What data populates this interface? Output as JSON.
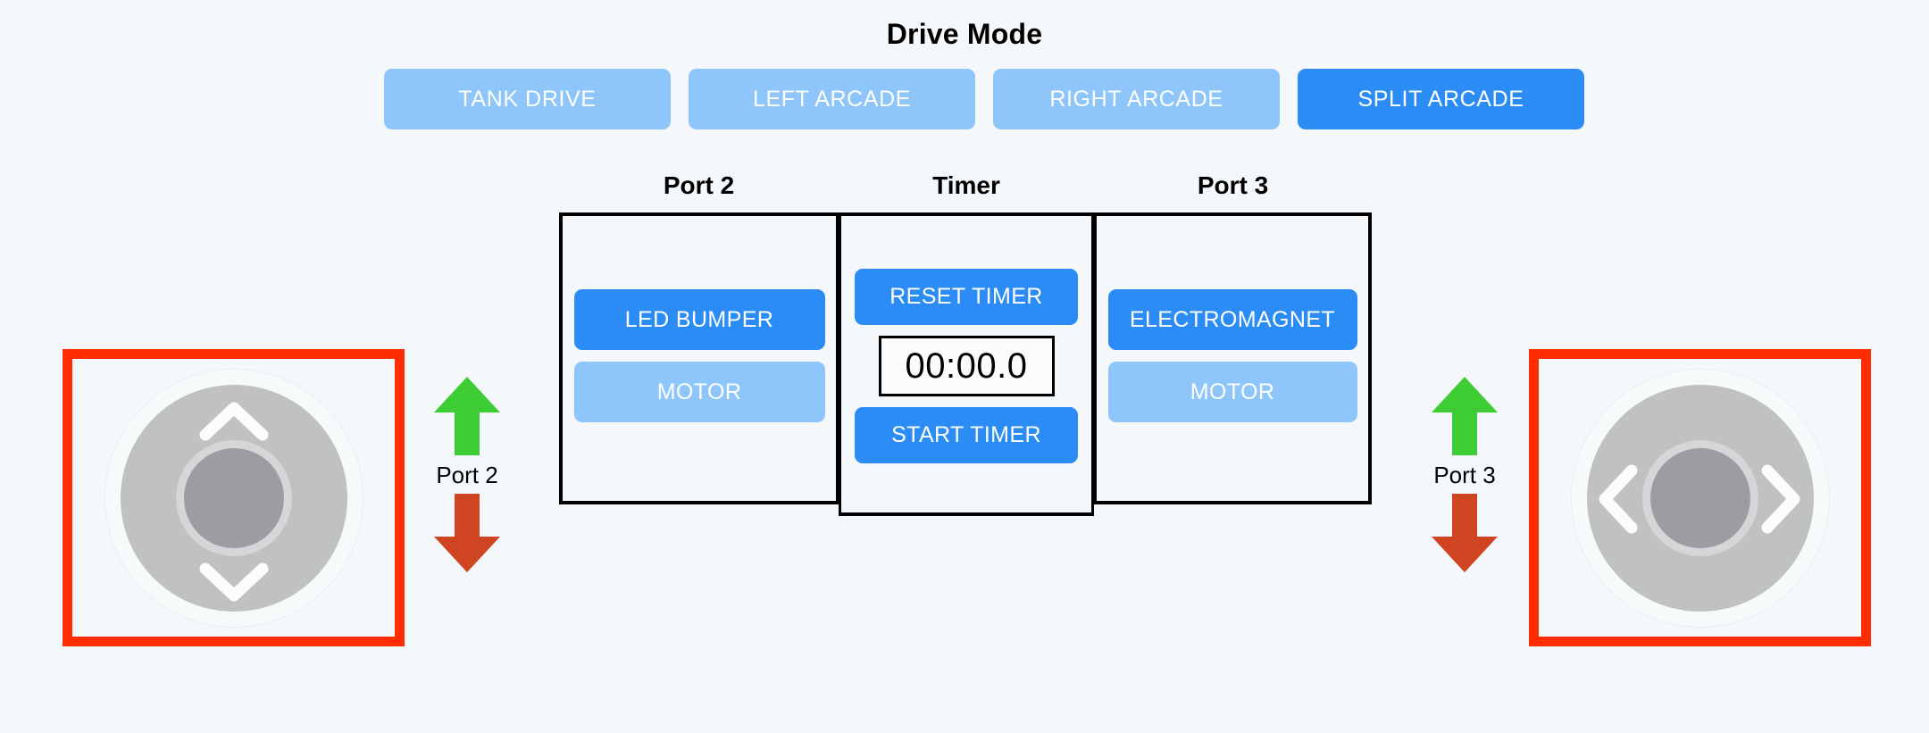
{
  "header": {
    "title": "Drive Mode"
  },
  "drive_modes": {
    "options": [
      {
        "label": "TANK DRIVE",
        "active": false
      },
      {
        "label": "LEFT ARCADE",
        "active": false
      },
      {
        "label": "RIGHT ARCADE",
        "active": false
      },
      {
        "label": "SPLIT ARCADE",
        "active": true
      }
    ],
    "selected": "SPLIT ARCADE"
  },
  "panel": {
    "columns": [
      {
        "header": "Port 2",
        "buttons": [
          {
            "label": "LED BUMPER",
            "state": "primary"
          },
          {
            "label": "MOTOR",
            "state": "muted"
          }
        ]
      },
      {
        "header": "Timer",
        "reset_label": "RESET TIMER",
        "display": "00:00.0",
        "start_label": "START TIMER"
      },
      {
        "header": "Port 3",
        "buttons": [
          {
            "label": "ELECTROMAGNET",
            "state": "primary"
          },
          {
            "label": "MOTOR",
            "state": "muted"
          }
        ]
      }
    ]
  },
  "port_controls": [
    {
      "label": "Port 2",
      "up_icon": "up-arrow-icon",
      "down_icon": "down-arrow-icon"
    },
    {
      "label": "Port 3",
      "up_icon": "up-arrow-icon",
      "down_icon": "down-arrow-icon"
    }
  ],
  "joysticks": [
    {
      "name": "left-joystick",
      "axis": "vertical",
      "icons": [
        "chevron-up-icon",
        "chevron-down-icon"
      ]
    },
    {
      "name": "right-joystick",
      "axis": "horizontal",
      "icons": [
        "chevron-left-icon",
        "chevron-right-icon"
      ]
    }
  ],
  "colors": {
    "background": "#f4f8fa",
    "accent_active": "#2b8cf5",
    "accent_inactive": "#8ec5fa",
    "highlight_border": "#ff2d00",
    "arrow_up": "#3dcc34",
    "arrow_down": "#cf4522",
    "text": "#000000"
  }
}
